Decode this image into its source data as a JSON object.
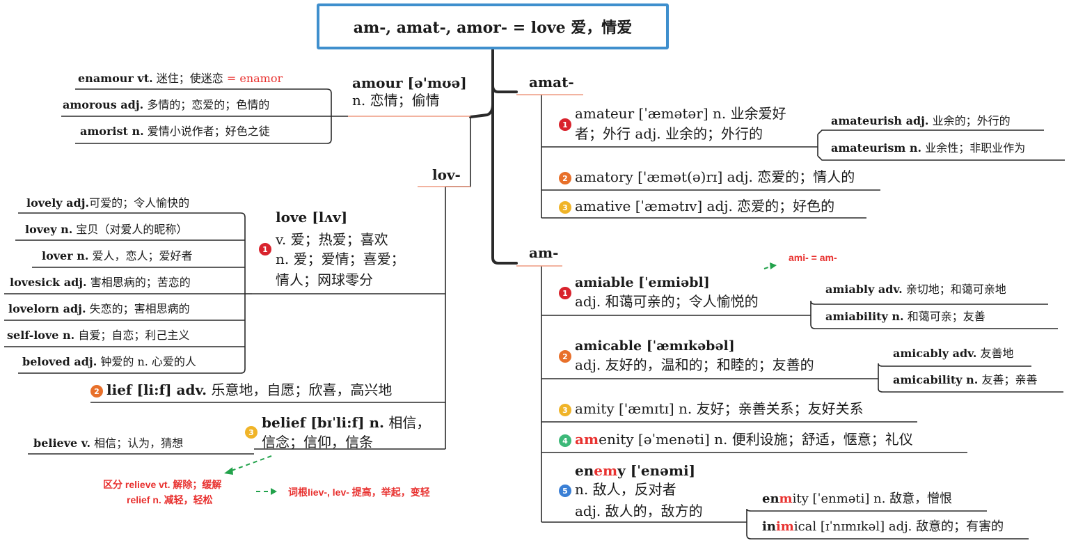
{
  "root": "am-, amat-, amor- = love 爱，情爱",
  "amour": {
    "head": "amour [ə'mʊə]",
    "sense": "n. 恋情；偷情",
    "children": [
      {
        "word": "enamour vt.",
        "meaning": "迷住；使迷恋",
        "note": "= enamor"
      },
      {
        "word": "amorous adj.",
        "meaning": "多情的；恋爱的；色情的"
      },
      {
        "word": "amorist n.",
        "meaning": "爱情小说作者；好色之徒"
      }
    ]
  },
  "lov": {
    "label": "lov-",
    "love": {
      "badge": "1",
      "head": "love [lʌv]",
      "lines": [
        "v. 爱；热爱；喜欢",
        "n. 爱；爱情；喜爱；",
        "情人；网球零分"
      ],
      "children": [
        {
          "word": "lovely adj.",
          "meaning": "可爱的；令人愉快的"
        },
        {
          "word": "lovey n.",
          "meaning": "宝贝（对爱人的昵称）"
        },
        {
          "word": "lover n.",
          "meaning": "爱人，恋人；爱好者"
        },
        {
          "word": "lovesick adj.",
          "meaning": "害相思病的；苦恋的"
        },
        {
          "word": "lovelorn adj.",
          "meaning": "失恋的；害相思病的"
        },
        {
          "word": "self-love n.",
          "meaning": "自爱；自恋；利己主义"
        },
        {
          "word": "beloved adj.",
          "meaning": "钟爱的 n. 心爱的人"
        }
      ]
    },
    "lief": {
      "badge": "2",
      "head": "lief [li:f] adv.",
      "meaning": "乐意地，自愿；欣喜，高兴地"
    },
    "belief": {
      "badge": "3",
      "head": "belief [bɪˈli:f] n.",
      "lines": [
        "相信，",
        "信念；信仰，信条"
      ],
      "child": {
        "word": "believe v.",
        "meaning": "相信；认为，猜想"
      }
    },
    "note_relieve": [
      "区分 relieve vt. 解除；缓解",
      "relief n. 减轻，轻松"
    ],
    "note_root": "词根liev-, lev- 提高，举起，变轻"
  },
  "amat": {
    "label": "amat-",
    "items": [
      {
        "badge": "1",
        "lines": [
          "amateur [ˈæmətər] n. 业余爱好",
          "者；外行 adj. 业余的；外行的"
        ],
        "children": [
          {
            "word": "amateurish adj.",
            "meaning": "业余的；外行的"
          },
          {
            "word": "amateurism n.",
            "meaning": "业余性；非职业作为"
          }
        ]
      },
      {
        "badge": "2",
        "lines": [
          "amatory ['æmət(ə)rɪ] adj. 恋爱的；情人的"
        ]
      },
      {
        "badge": "3",
        "lines": [
          "amative [ˈæmətɪv] adj. 恋爱的；好色的"
        ]
      }
    ]
  },
  "am": {
    "label": "am-",
    "note": "ami- = am-",
    "amiable": {
      "badge": "1",
      "lines": [
        "amiable [ˈeɪmiəbl]",
        "adj. 和蔼可亲的；令人愉悦的"
      ],
      "children": [
        {
          "word": "amiably adv.",
          "meaning": "亲切地；和蔼可亲地"
        },
        {
          "word": "amiability n.",
          "meaning": "和蔼可亲；友善"
        }
      ]
    },
    "amicable": {
      "badge": "2",
      "lines": [
        "amicable [ˈæmɪkəbəl]",
        "adj. 友好的，温和的；和睦的；友善的"
      ],
      "children": [
        {
          "word": "amicably adv.",
          "meaning": "友善地"
        },
        {
          "word": "amicability n.",
          "meaning": "友善；亲善"
        }
      ]
    },
    "amity": {
      "badge": "3",
      "text": "amity ['æmɪtɪ] n. 友好；亲善关系；友好关系"
    },
    "amenity": {
      "badge": "4",
      "prefix": "am",
      "rest": "enity [əˈmenəti] n. 便利设施；舒适，惬意；礼仪"
    },
    "enemy": {
      "badge": "5",
      "pre": "en",
      "mid": "em",
      "post": "y [ˈenəmi]",
      "lines": [
        "n. 敌人，反对者",
        "adj. 敌人的，敌方的"
      ],
      "children": [
        {
          "pre": "en",
          "mid": "m",
          "post": "ity [ˈenməti] n. 敌意，憎恨"
        },
        {
          "pre": "in",
          "mid": "im",
          "post": "ical [ɪˈnɪmɪkəl] adj. 敌意的；有害的"
        }
      ]
    }
  },
  "colors": {
    "root_border": "#3f8fcd",
    "highlight": "#e8312f",
    "connector": "#ee9a80",
    "arrow": "#22a24b"
  }
}
